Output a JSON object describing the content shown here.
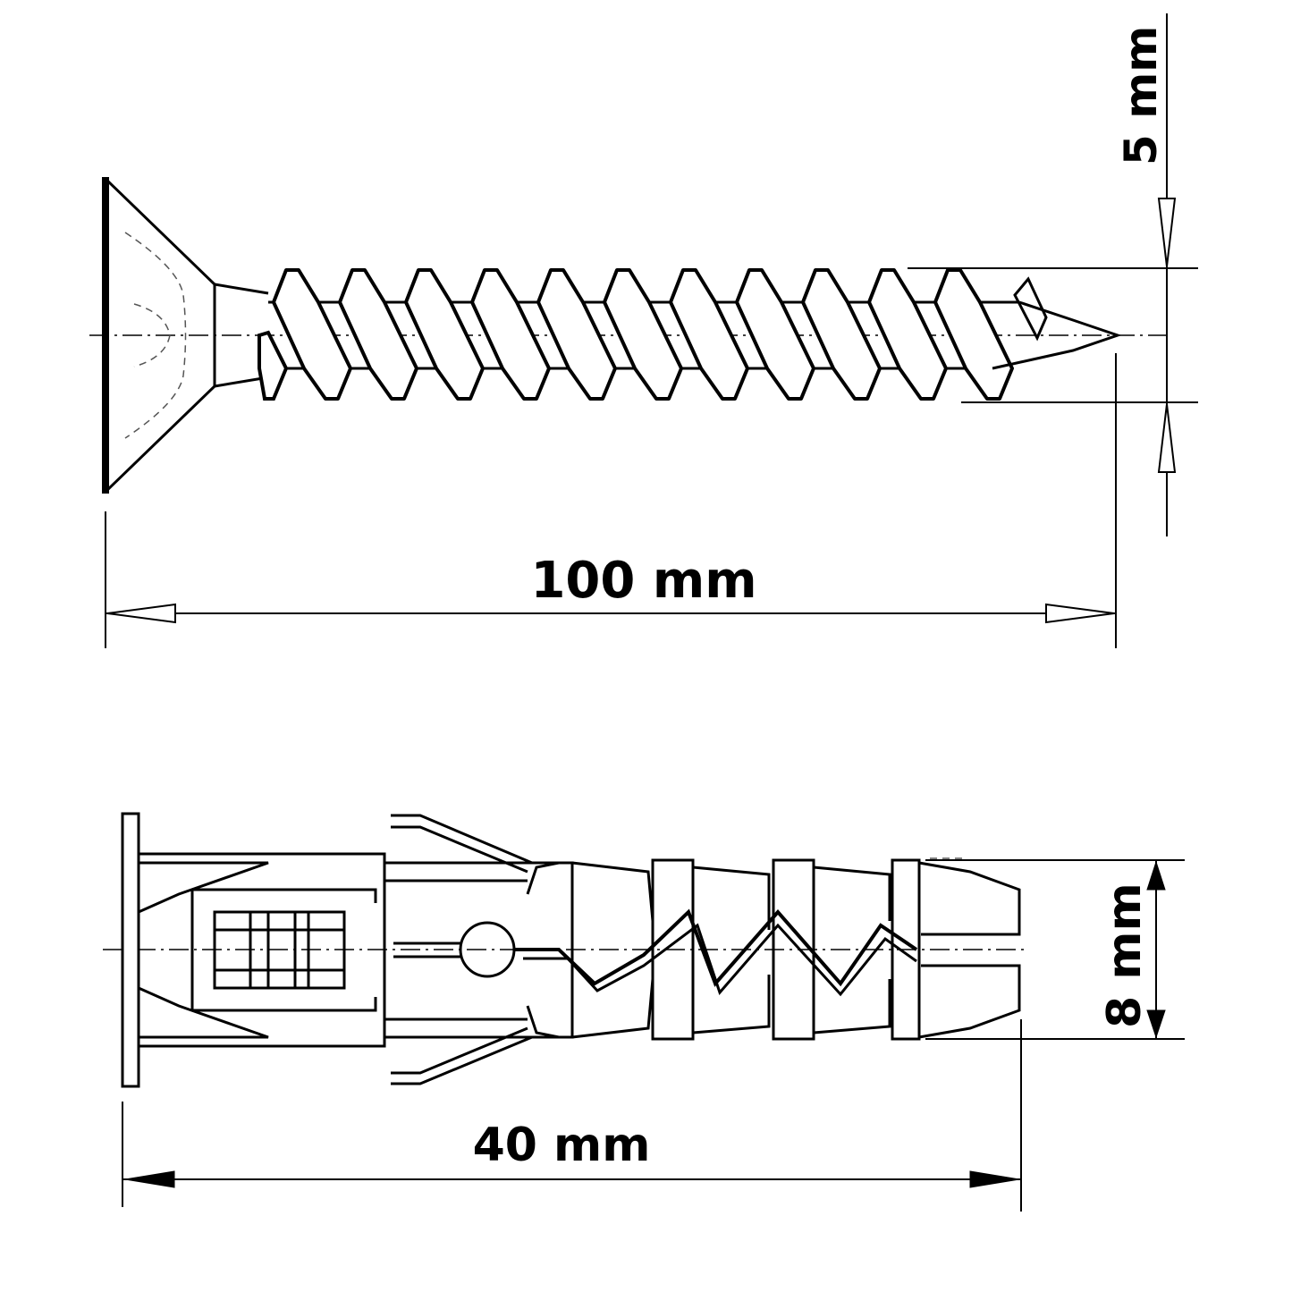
{
  "screw": {
    "length_label": "100 mm",
    "diameter_label": "5 mm"
  },
  "anchor": {
    "length_label": "40 mm",
    "diameter_label": "8 mm"
  }
}
